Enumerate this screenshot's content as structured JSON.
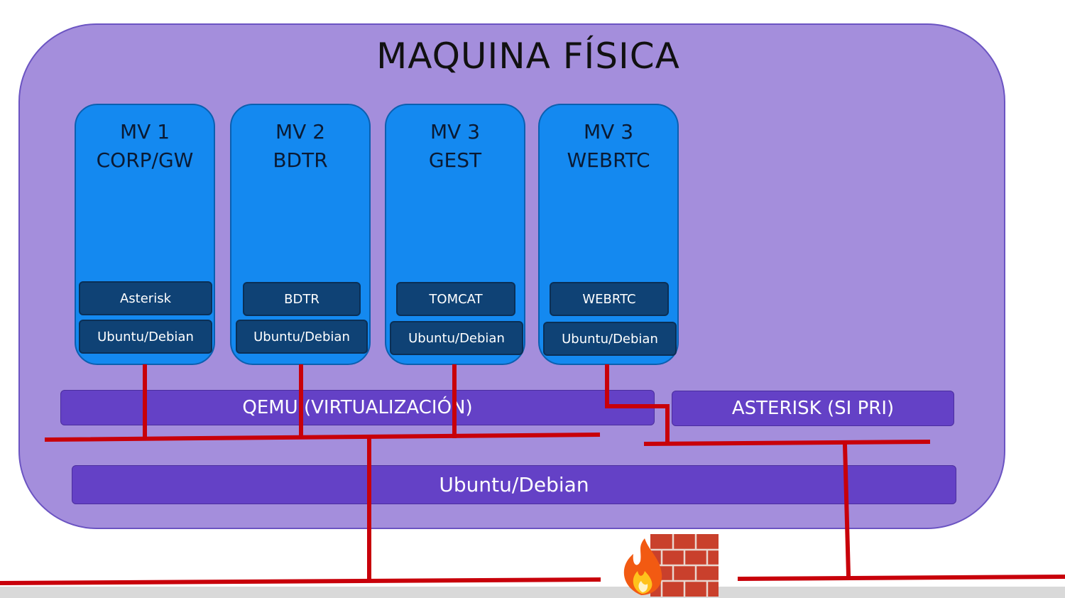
{
  "physical_machine": {
    "title": "MAQUINA FÍSICA"
  },
  "vms": [
    {
      "title": "MV 1",
      "subtitle": "CORP/GW",
      "app": "Asterisk",
      "os": "Ubuntu/Debian"
    },
    {
      "title": "MV 2",
      "subtitle": "BDTR",
      "app": "BDTR",
      "os": "Ubuntu/Debian"
    },
    {
      "title": "MV 3",
      "subtitle": "GEST",
      "app": "TOMCAT",
      "os": "Ubuntu/Debian"
    },
    {
      "title": "MV 3",
      "subtitle": "WEBRTC",
      "app": "WEBRTC",
      "os": "Ubuntu/Debian"
    }
  ],
  "virtualization": {
    "label": "QEMU (VIRTUALIZACIÓN)"
  },
  "asterisk_pri": {
    "label": "ASTERISK (SI PRI)"
  },
  "host_os": {
    "label": "Ubuntu/Debian"
  },
  "colors": {
    "physical_fill": "#a48edc",
    "vm_fill": "#1489f0",
    "layer_fill": "#0f4275",
    "bar_fill": "#6441c6",
    "network_line": "#c8000a"
  },
  "icons": {
    "firewall": "firewall-icon"
  }
}
